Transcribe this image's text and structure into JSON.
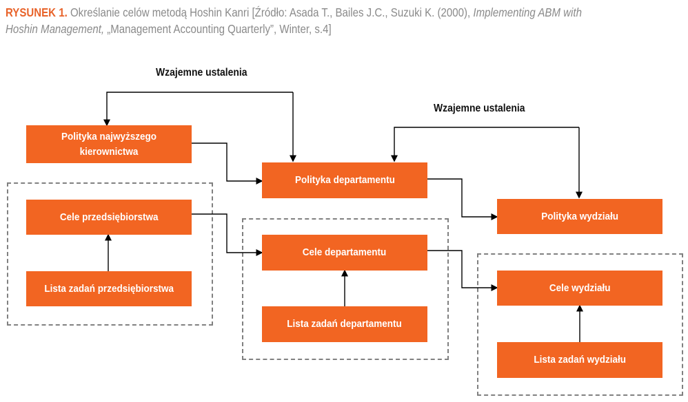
{
  "caption": {
    "label": "RYSUNEK 1.",
    "text_a": "Określanie celów metodą Hoshin Kanri [Źródło: Asada T., Bailes J.C., Suzuki K. (2000),",
    "italic_a": "Implementing ABM with Hoshin Management,",
    "text_b": "„Management Accounting Quarterly”, Winter, s.4]"
  },
  "labels": {
    "mutual_1": "Wzajemne ustalenia",
    "mutual_2": "Wzajemne ustalenia"
  },
  "nodes": {
    "top_policy": "Polityka najwyższego kierownictwa",
    "company_goals": "Cele przedsiębiorstwa",
    "company_tasks": "Lista zadań przedsiębiorstwa",
    "dept_policy": "Polityka departamentu",
    "dept_goals": "Cele departamentu",
    "dept_tasks": "Lista zadań departamentu",
    "div_policy": "Polityka wydziału",
    "div_goals": "Cele wydziału",
    "div_tasks": "Lista zadań wydziału"
  },
  "colors": {
    "box_fill": "#f26522",
    "box_text": "#ffffff",
    "caption_label": "#e8632a",
    "caption_text": "#8a8a8a",
    "dashed_border": "#808080",
    "arrow": "#000000"
  }
}
